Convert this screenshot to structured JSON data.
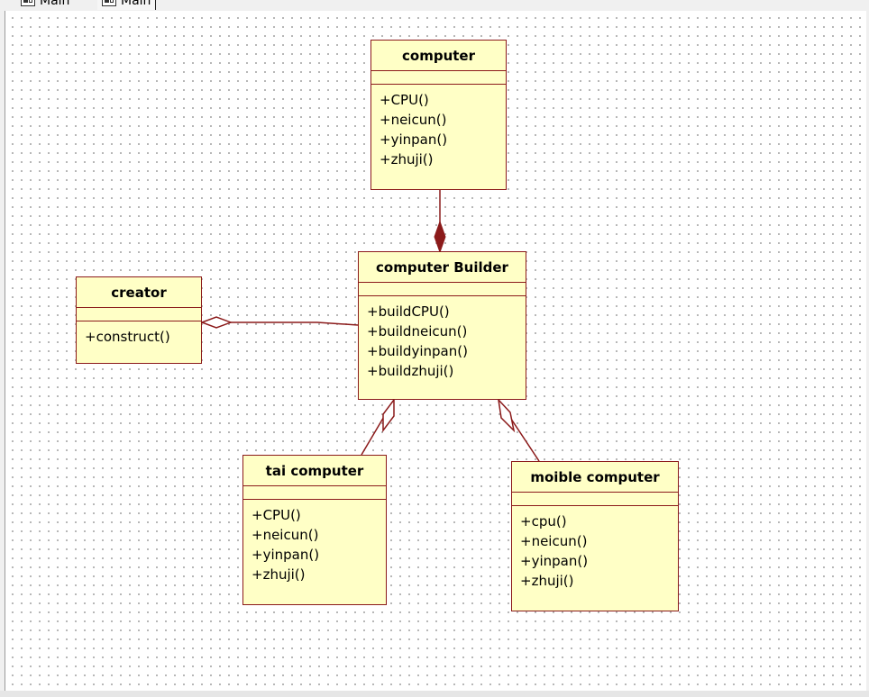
{
  "tabs": [
    {
      "label": "Main"
    },
    {
      "label": "Main"
    }
  ],
  "colors": {
    "class_fill": "#ffffc6",
    "class_border": "#8b1a1a"
  },
  "classes": [
    {
      "name": "computer",
      "operations": [
        "+CPU()",
        "+neicun()",
        "+yinpan()",
        "+zhuji()"
      ]
    },
    {
      "name": "computer Builder",
      "operations": [
        "+buildCPU()",
        "+buildneicun()",
        "+buildyinpan()",
        "+buildzhuji()"
      ]
    },
    {
      "name": "creator",
      "operations": [
        "+construct()"
      ]
    },
    {
      "name": "tai computer",
      "operations": [
        "+CPU()",
        "+neicun()",
        "+yinpan()",
        "+zhuji()"
      ]
    },
    {
      "name": "moible computer",
      "operations": [
        "+cpu()",
        "+neicun()",
        "+yinpan()",
        "+zhuji()"
      ]
    }
  ],
  "relations": [
    {
      "type": "composition",
      "from": "computer Builder",
      "to": "computer"
    },
    {
      "type": "aggregation",
      "from": "computer Builder",
      "to": "creator"
    },
    {
      "type": "aggregation",
      "from": "tai computer",
      "to": "computer Builder"
    },
    {
      "type": "aggregation",
      "from": "moible computer",
      "to": "computer Builder"
    }
  ]
}
